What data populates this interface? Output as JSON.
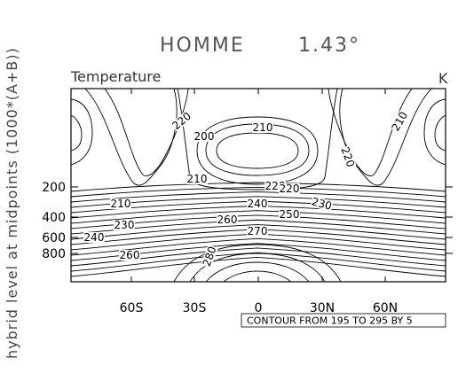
{
  "chart_data": {
    "type": "contour",
    "title": "HOMME",
    "resolution": "1.43°",
    "left_label": "Temperature",
    "right_label": "K",
    "ylabel": "hybrid level at midpoints (1000*(A+B))",
    "x_ticks": [
      "60S",
      "30S",
      "0",
      "30N",
      "60N"
    ],
    "y_ticks": [
      "200",
      "400",
      "600",
      "800"
    ],
    "contour_note": "CONTOUR FROM 195 TO 295 BY 5",
    "contour_range": [
      195,
      295
    ],
    "contour_interval": 5,
    "contour_labels": [
      "220",
      "210",
      "200",
      "220",
      "210",
      "210",
      "210",
      "220",
      "220",
      "240",
      "230",
      "250",
      "230",
      "260",
      "240",
      "270",
      "260",
      "280"
    ]
  }
}
